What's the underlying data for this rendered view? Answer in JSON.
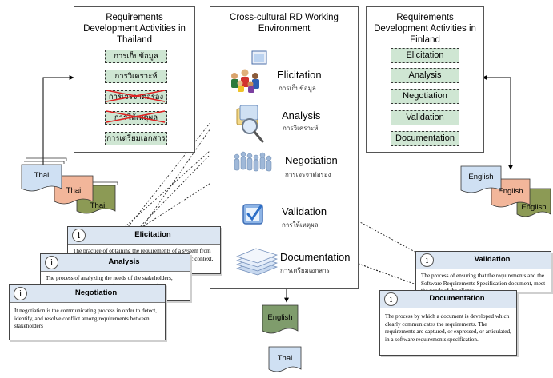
{
  "thailand_panel": {
    "title": "Requirements Development Activities in Thailand",
    "stages": [
      "การเก็บข้อมูล",
      "การวิเคราะห์",
      "การเจรจาต่อรอง",
      "การให้เหตุผล",
      "การเตรียมเอกสาร"
    ],
    "crossed_out": [
      "การเจรจาต่อรอง",
      "การให้เหตุผล"
    ]
  },
  "center_panel": {
    "title": "Cross-cultural RD Working Environment",
    "activities": [
      {
        "name": "Elicitation",
        "thai": "การเก็บข้อมูล",
        "icon": "people-computer-icon"
      },
      {
        "name": "Analysis",
        "thai": "การวิเคราะห์",
        "icon": "magnifier-icon"
      },
      {
        "name": "Negotiation",
        "thai": "การเจรจาต่อรอง",
        "icon": "people-group-icon"
      },
      {
        "name": "Validation",
        "thai": "การให้เหตุผล",
        "icon": "checkbox-icon"
      },
      {
        "name": "Documentation",
        "thai": "การเตรียมเอกสาร",
        "icon": "stacked-papers-icon"
      }
    ]
  },
  "finland_panel": {
    "title": "Requirements Development Activities in Finland",
    "stages": [
      "Elicitation",
      "Analysis",
      "Negotiation",
      "Validation",
      "Documentation"
    ]
  },
  "documents": {
    "left": [
      "Thai",
      "Thai",
      "Thai"
    ],
    "right": [
      "English",
      "English",
      "English"
    ],
    "bottom": [
      "English",
      "Thai"
    ]
  },
  "cards": {
    "elicitation": {
      "title": "Elicitation",
      "body": "The practice of obtaining the requirements of a system from users, customers and other stakeholders in a specific context, which include some"
    },
    "analysis": {
      "title": "Analysis",
      "body": "The process of analyzing the needs of the stakeholders, resolving conflicts and identifying the relation of the requirements"
    },
    "negotiation": {
      "title": "Negotiation",
      "body": "It negotiation is the communicating process in order to detect, identify, and resolve conflict among requirements between stakeholders"
    },
    "validation": {
      "title": "Validation",
      "body": "The process of ensuring that the requirements and the Software Requirements Specification document, meet the needs of the clients"
    },
    "documentation": {
      "title": "Documentation",
      "body": "The process by which a document is developed which clearly communicates the requirements. The requirements are captured, or expressed, or articulated, in a software requirements specification."
    }
  },
  "colors": {
    "stage_fill": "#cfe6d3",
    "doc_blue": "#cfe0f3",
    "doc_orange": "#f2b69a",
    "doc_olive": "#8c9a55",
    "doc_green": "#7f9c6c",
    "card_header": "#dce6f2",
    "strike": "#e02020"
  }
}
